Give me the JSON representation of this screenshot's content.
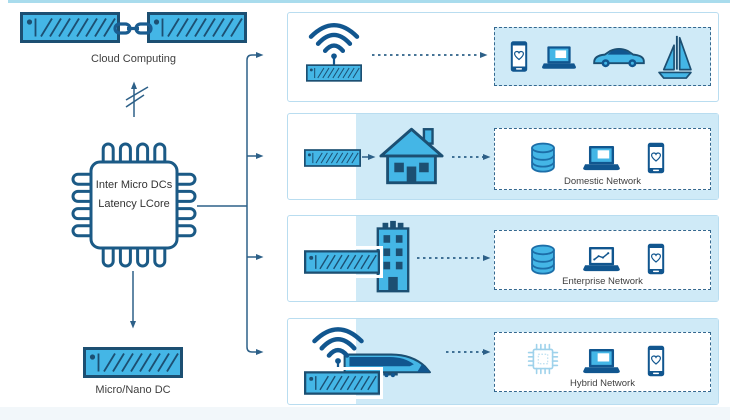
{
  "title": "Micro data center network architecture diagram",
  "colors": {
    "cyan_fill": "#44b6e6",
    "navy_icon": "#11568f",
    "dark_outline": "#1c4f72",
    "light_blue_bg": "#cfeaf7",
    "row_border": "#b9ddf0",
    "connector": "#2d6088",
    "faint_chip": "#9fd2eb"
  },
  "cloud": {
    "label": "Cloud Computing",
    "icons": [
      "server-box",
      "chain-link",
      "server-box"
    ]
  },
  "link_to_cloud": {
    "icon": "broken-link-arrow"
  },
  "chip": {
    "line1": "Inter Micro DCs",
    "line2": "Latency LCore",
    "icon": "cpu-chip"
  },
  "micro_dc": {
    "label": "Micro/Nano DC",
    "icon": "server-box"
  },
  "rows": [
    {
      "id": "wireless-access",
      "source_icons": [
        "wifi-access-point"
      ],
      "target_icons": [
        "smartphone",
        "laptop",
        "car",
        "sailboat"
      ],
      "label": ""
    },
    {
      "id": "domestic",
      "source_icons": [
        "router",
        "house"
      ],
      "target_icons": [
        "database",
        "laptop",
        "smartphone"
      ],
      "label": "Domestic Network"
    },
    {
      "id": "enterprise",
      "source_icons": [
        "router",
        "office-building"
      ],
      "target_icons": [
        "database",
        "laptop-chart",
        "smartphone"
      ],
      "label": "Enterprise Network"
    },
    {
      "id": "hybrid",
      "source_icons": [
        "wifi-router",
        "high-speed-train"
      ],
      "target_icons": [
        "cpu-chip-faint",
        "laptop",
        "smartphone"
      ],
      "label": "Hybrid Network"
    }
  ]
}
